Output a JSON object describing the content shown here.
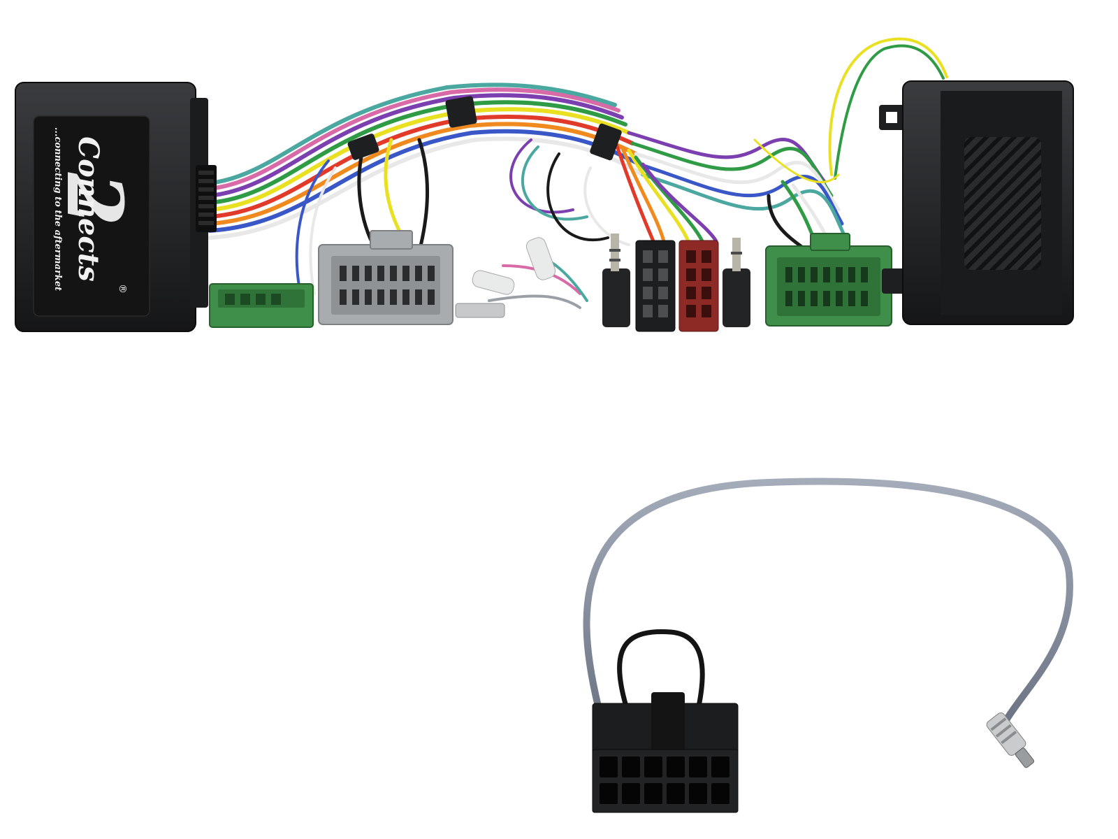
{
  "logo": {
    "brand": "Connects",
    "digit": "2",
    "tagline": "...connecting to the aftermarket",
    "registered": "®"
  },
  "colors": {
    "module_body": "#222426",
    "label_plate": "#141414",
    "grey_connector": "#a9acae",
    "green_connector": "#3f8f4a",
    "red_connector": "#8e2a25",
    "patch_cable": "#8a93a3",
    "background": "#ffffff"
  },
  "wires": [
    "#e8e020",
    "#e23a2a",
    "#f08a1f",
    "#2f9b45",
    "#7b3fb0",
    "#3a57c7",
    "#e8e8e8",
    "#1a1a1a",
    "#d96aa8",
    "#4aa8a0"
  ]
}
